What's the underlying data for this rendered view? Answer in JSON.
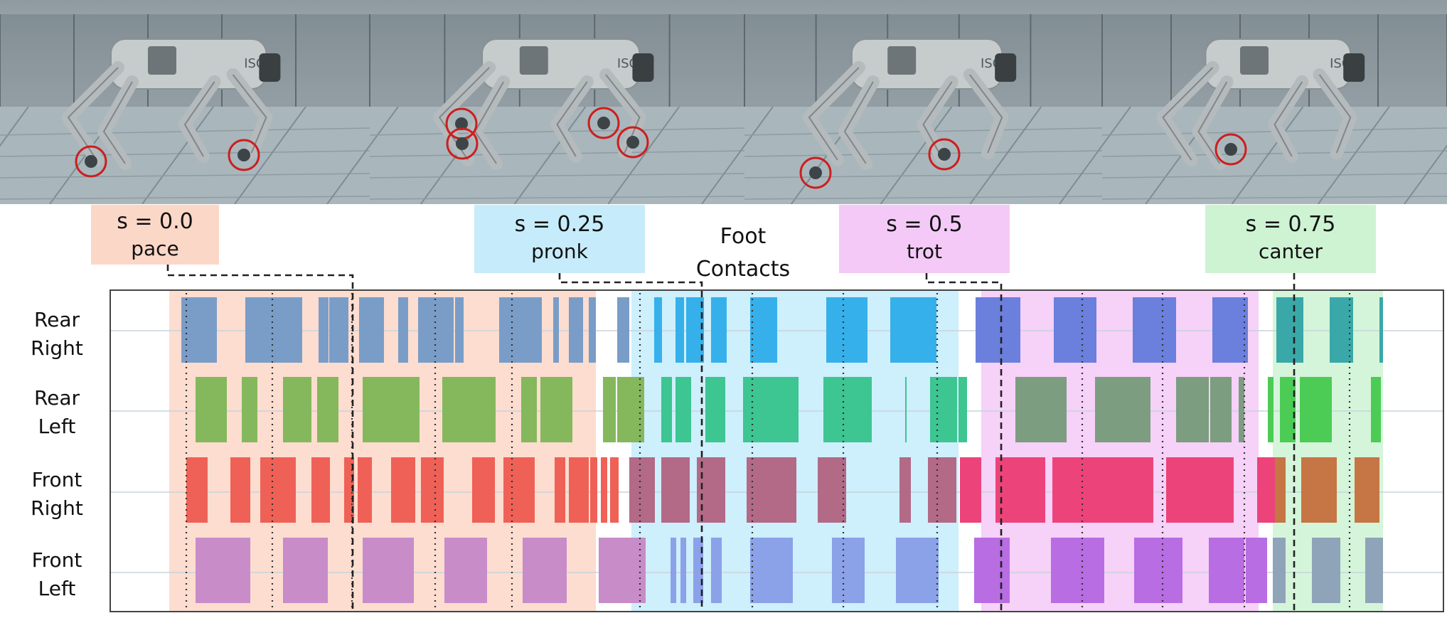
{
  "photos": [
    {
      "name": "pace-photo"
    },
    {
      "name": "pronk-photo"
    },
    {
      "name": "trot-photo"
    },
    {
      "name": "canter-photo"
    }
  ],
  "robot_label": "ISO",
  "foot_contacts_label": [
    "Foot",
    "Contacts"
  ],
  "states": [
    {
      "s": "s = 0.0",
      "gait": "pace",
      "color": "#fbd7c8"
    },
    {
      "s": "s = 0.25",
      "gait": "pronk",
      "color": "#c6ecfb"
    },
    {
      "s": "s = 0.5",
      "gait": "trot",
      "color": "#f4c9f7"
    },
    {
      "s": "s = 0.75",
      "gait": "canter",
      "color": "#cdf3d3"
    }
  ],
  "rows": [
    {
      "line1": "Rear",
      "line2": "Right"
    },
    {
      "line1": "Rear",
      "line2": "Left"
    },
    {
      "line1": "Front",
      "line2": "Right"
    },
    {
      "line1": "Front",
      "line2": "Left"
    }
  ],
  "colors": {
    "row_bases": [
      "#7a9dc8",
      "#85b85c",
      "#ef6156",
      "#c88cc9"
    ],
    "pronk_row": [
      "#36b0eb",
      "#3dc592",
      "#b26a87",
      "#8ba2e9"
    ],
    "trot_row": [
      "#6b7fdc",
      "#7d9d80",
      "#ec447a",
      "#b86de2"
    ],
    "canter_row": [
      "#3aa8a8",
      "#4ccc55",
      "#c67644",
      "#8fa4b8"
    ]
  }
}
